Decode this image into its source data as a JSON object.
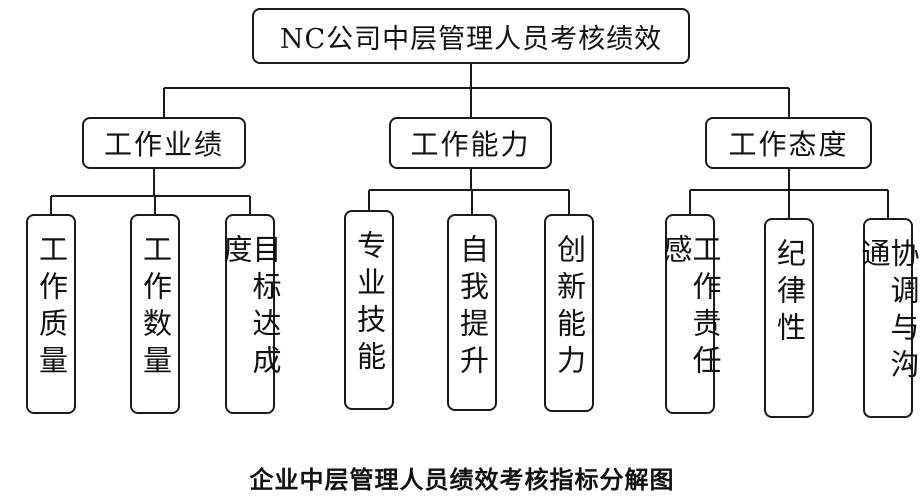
{
  "root": {
    "label": "NC公司中层管理人员考核绩效"
  },
  "categories": [
    {
      "label": "工作业绩"
    },
    {
      "label": "工作能力"
    },
    {
      "label": "工作态度"
    }
  ],
  "leaves": {
    "performance": [
      "工作质量",
      "工作数量",
      "目标达成度"
    ],
    "ability": [
      "专业技能",
      "自我提升",
      "创新能力"
    ],
    "attitude": [
      "工作责任感",
      "纪律性",
      "协调与沟通"
    ]
  },
  "caption": "企业中层管理人员绩效考核指标分解图"
}
